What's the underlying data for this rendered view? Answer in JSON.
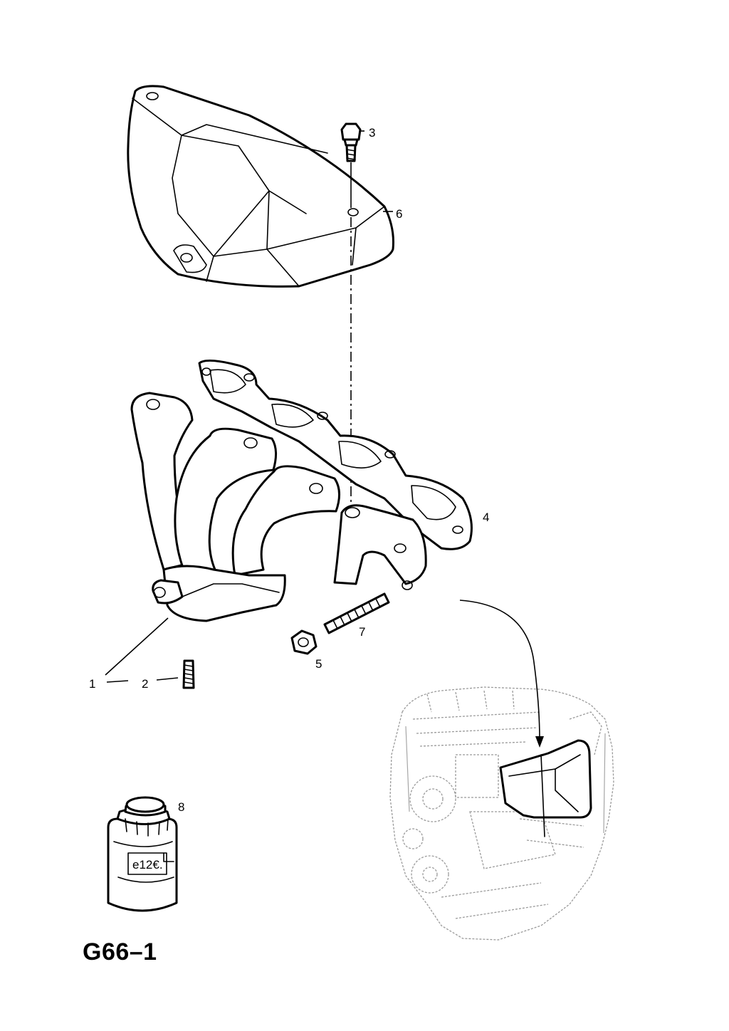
{
  "sheet_code": "G66–1",
  "callouts": {
    "c1": "1",
    "c2": "2",
    "c3": "3",
    "c4": "4",
    "c5": "5",
    "c6": "6",
    "c7": "7",
    "c8": "8"
  },
  "sealant_label": "e12€."
}
